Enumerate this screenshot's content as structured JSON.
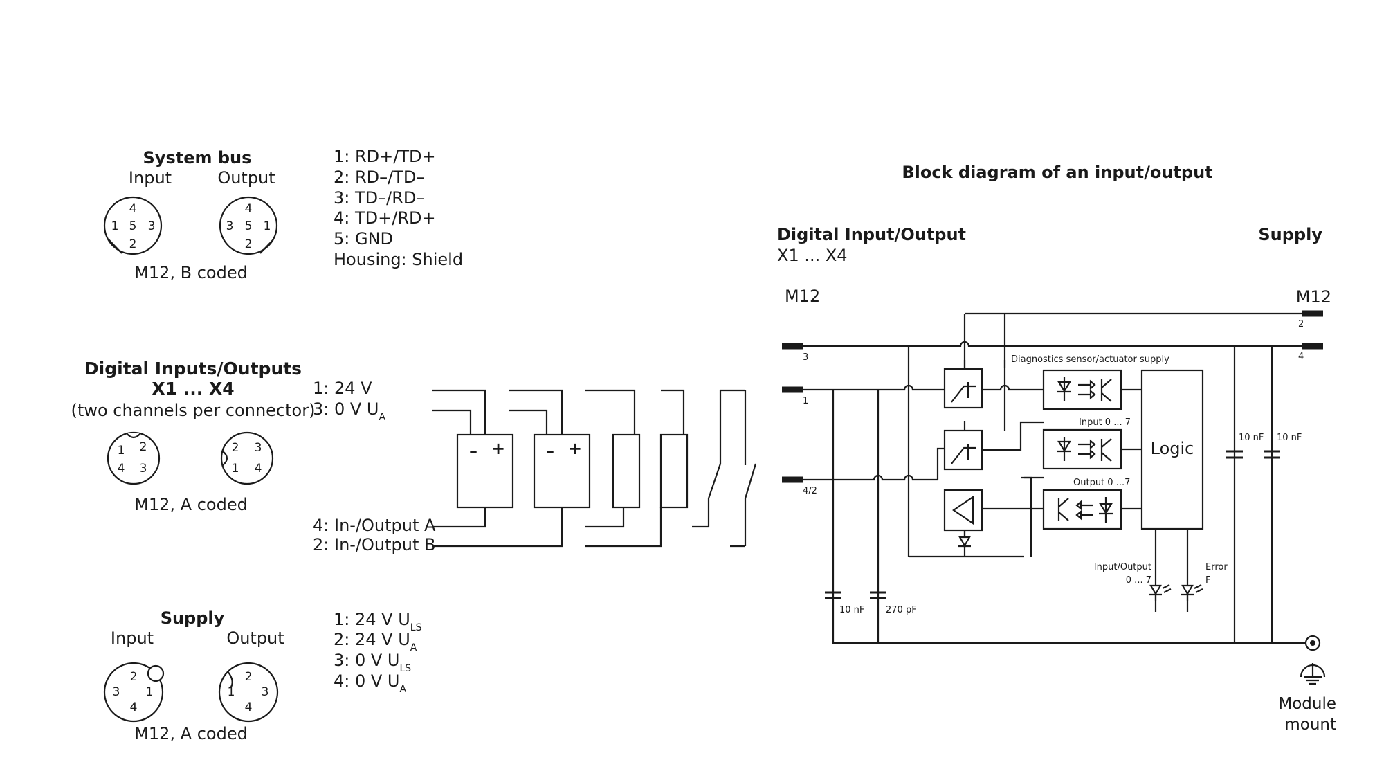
{
  "system_bus": {
    "title": "System bus",
    "input_label": "Input",
    "output_label": "Output",
    "coding": "M12, B coded",
    "input_pins": [
      "4",
      "1",
      "5",
      "3",
      "2"
    ],
    "output_pins": [
      "4",
      "3",
      "5",
      "1",
      "2"
    ],
    "pin_assignments": [
      "1: RD+/TD+",
      "2: RD–/TD–",
      "3: TD–/RD–",
      "4: TD+/RD+",
      "5: GND",
      "Housing: Shield"
    ]
  },
  "digital_io": {
    "title": "Digital Inputs/Outputs",
    "subtitle": "X1 ... X4",
    "note": "(two channels per connector)",
    "coding": "M12, A coded",
    "left_pins": [
      "1",
      "2",
      "4",
      "3"
    ],
    "right_pins": [
      "2",
      "3",
      "1",
      "4"
    ],
    "pin1": "1: 24 V",
    "pin3": "3: 0 V U",
    "pin3_sub": "A",
    "pin4": "4: In-/Output A",
    "pin2": "2: In-/Output B",
    "minus": "–",
    "plus": "+"
  },
  "supply": {
    "title": "Supply",
    "input_label": "Input",
    "output_label": "Output",
    "coding": "M12, A coded",
    "input_pins": [
      "2",
      "3",
      "1",
      "4"
    ],
    "output_pins": [
      "2",
      "1",
      "3",
      "4"
    ],
    "assignments": [
      {
        "text": "1: 24 V U",
        "sub": "LS"
      },
      {
        "text": "2: 24 V U",
        "sub": "A"
      },
      {
        "text": "3: 0 V U",
        "sub": "LS"
      },
      {
        "text": "4: 0 V U",
        "sub": "A"
      }
    ]
  },
  "block_diagram": {
    "title": "Block diagram of an input/output",
    "left_heading": "Digital Input/Output",
    "left_sub": "X1 ... X4",
    "left_connector": "M12",
    "right_heading": "Supply",
    "right_connector": "M12",
    "left_pins": [
      "3",
      "1",
      "4/2"
    ],
    "right_pins": [
      "2",
      "4"
    ],
    "diag_label": "Diagnostics sensor/actuator supply",
    "input_label": "Input 0 ... 7",
    "output_label": "Output 0 ...7",
    "logic_label": "Logic",
    "cap_left_1": "10 nF",
    "cap_left_2": "270 pF",
    "cap_right_1": "10 nF",
    "cap_right_2": "10 nF",
    "led1_label_1": "Input/Output",
    "led1_label_2": "0 ... 7",
    "led2_label_1": "Error",
    "led2_label_2": "F",
    "mount_label_1": "Module",
    "mount_label_2": "mount"
  }
}
